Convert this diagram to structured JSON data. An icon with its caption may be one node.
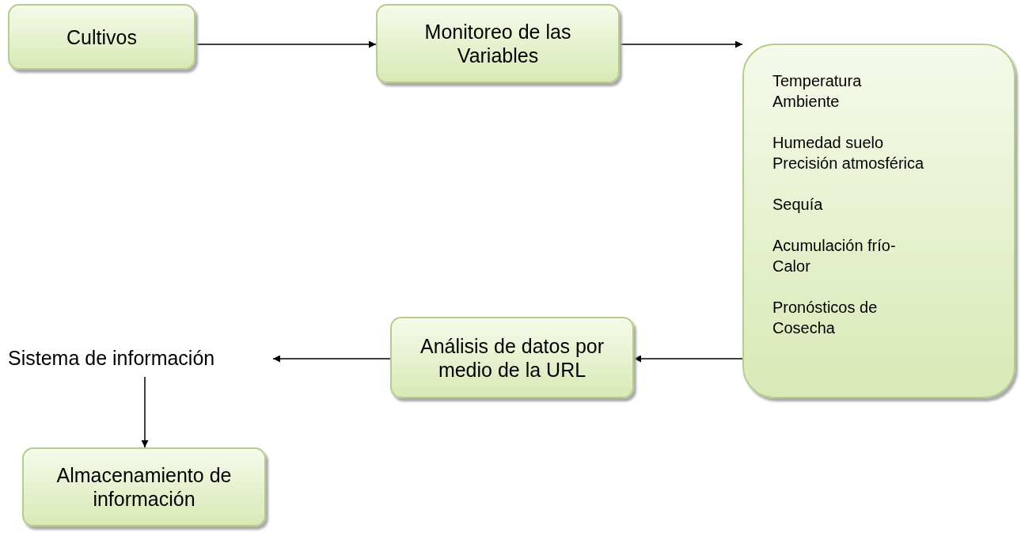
{
  "diagram": {
    "nodes": [
      {
        "text": [
          "Cultivos"
        ]
      },
      {
        "text": [
          "Monitoreo de las Variables"
        ]
      },
      {
        "text": [
          "Temperatura Ambiente",
          "Humedad suelo",
          "Precisión atmosférica",
          "Sequía",
          "Acumulación frío- Calor",
          "Pronósticos de Cosecha"
        ]
      },
      {
        "text": [
          "Análisis de datos por medio de la URL"
        ]
      },
      {
        "text": [
          "Sistema de información"
        ]
      },
      {
        "text": [
          "Almacenamiento de información"
        ]
      }
    ],
    "edges": [
      {
        "from": 0,
        "to": 1,
        "arrow": "to"
      },
      {
        "from": 1,
        "to": 2,
        "arrow": "to"
      },
      {
        "from": 2,
        "to": 3,
        "arrow": "to"
      },
      {
        "from": 3,
        "to": 4,
        "arrow": "to"
      },
      {
        "from": 4,
        "to": 5,
        "arrow": "to"
      }
    ]
  }
}
